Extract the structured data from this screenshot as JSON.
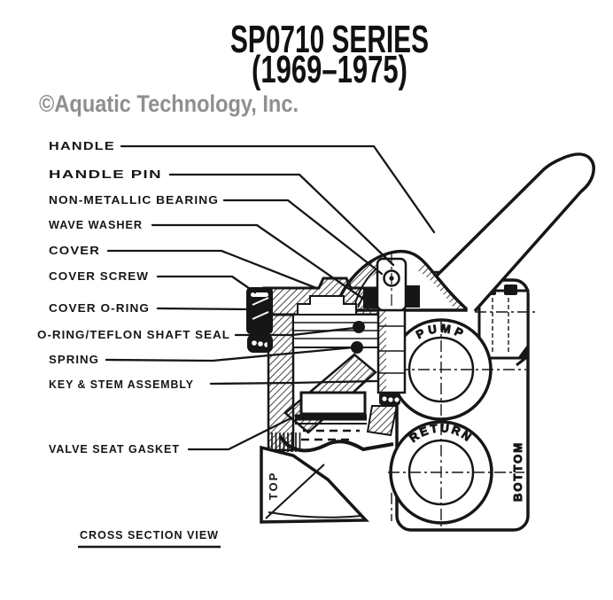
{
  "title": {
    "line1": "SP0710 SERIES",
    "line2": "(1969–1975)"
  },
  "copyright": "©Aquatic Technology, Inc.",
  "caption": "CROSS SECTION VIEW",
  "part_labels": [
    {
      "id": "handle",
      "text": "HANDLE"
    },
    {
      "id": "handle-pin",
      "text": "HANDLE PIN"
    },
    {
      "id": "non-metallic-bearing",
      "text": "NON-METALLIC BEARING"
    },
    {
      "id": "wave-washer",
      "text": "WAVE WASHER"
    },
    {
      "id": "cover",
      "text": "COVER"
    },
    {
      "id": "cover-screw",
      "text": "COVER SCREW"
    },
    {
      "id": "cover-o-ring",
      "text": "COVER O-RING"
    },
    {
      "id": "o-ring-teflon-shaft-seal",
      "text": "O-RING/TEFLON SHAFT SEAL"
    },
    {
      "id": "spring",
      "text": "SPRING"
    },
    {
      "id": "key-stem-assembly",
      "text": "KEY & STEM ASSEMBLY"
    },
    {
      "id": "valve-seat-gasket",
      "text": "VALVE SEAT GASKET"
    }
  ],
  "diagram_markings": {
    "pump_port": "PUMP",
    "return_port": "RETURN",
    "top_marking": "TOP",
    "bottom_marking": "BOTTOM"
  },
  "colors": {
    "ink": "#161616",
    "copyright_gray": "#8f8f8f",
    "background": "#ffffff"
  }
}
